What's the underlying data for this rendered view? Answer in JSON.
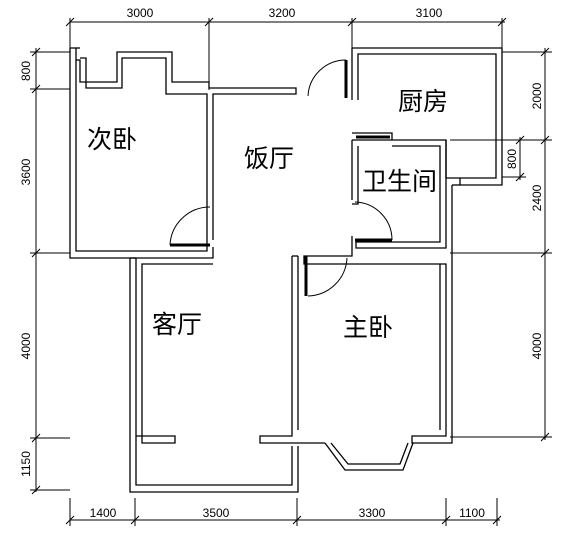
{
  "rooms": {
    "second_bedroom": "次卧",
    "dining_hall": "饭厅",
    "kitchen": "厨房",
    "bathroom": "卫生间",
    "living_room": "客厅",
    "master_bedroom": "主卧"
  },
  "dimensions": {
    "top": [
      "3000",
      "3200",
      "3100"
    ],
    "bottom": [
      "1400",
      "3500",
      "3300",
      "1100"
    ],
    "left": [
      "800",
      "3600",
      "4000",
      "1150"
    ],
    "right": [
      "2000",
      "800",
      "2400",
      "4000"
    ]
  }
}
